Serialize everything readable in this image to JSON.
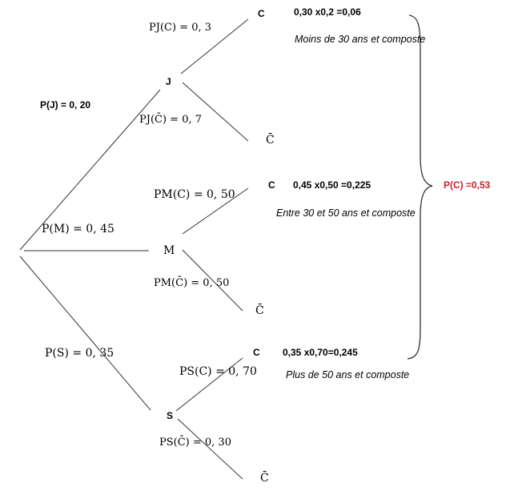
{
  "colors": {
    "line": "#333333",
    "text": "#000000",
    "total": "#d0202a"
  },
  "first_level": {
    "pJ": "P(J) = 0, 20",
    "pM": "P(M) = 0, 45",
    "pS": "P(S) = 0, 35"
  },
  "nodes": {
    "J": "J",
    "M": "M",
    "S": "S"
  },
  "second_level": {
    "pJ_C": "PJ(C) = 0, 3",
    "pJ_notC": "PJ(C̄) = 0, 7",
    "pM_C": "PM(C) = 0, 50",
    "pM_notC": "PM(C̄) = 0, 50",
    "pS_C": "PS(C) = 0, 70",
    "pS_notC": "PS(C̄) = 0, 30"
  },
  "outcomes": {
    "C": "C",
    "notC": "C̄"
  },
  "products": {
    "J": "0,30 x0,2 =0,06",
    "M": "0,45 x0,50 =0,225",
    "S": "0,35 x0,70=0,245"
  },
  "descriptions": {
    "J": "Moins de 30 ans et composte",
    "M": "Entre 30 et 50 ans et composte",
    "S": "Plus de 50 ans et composte"
  },
  "total": "P(C) =0,53"
}
